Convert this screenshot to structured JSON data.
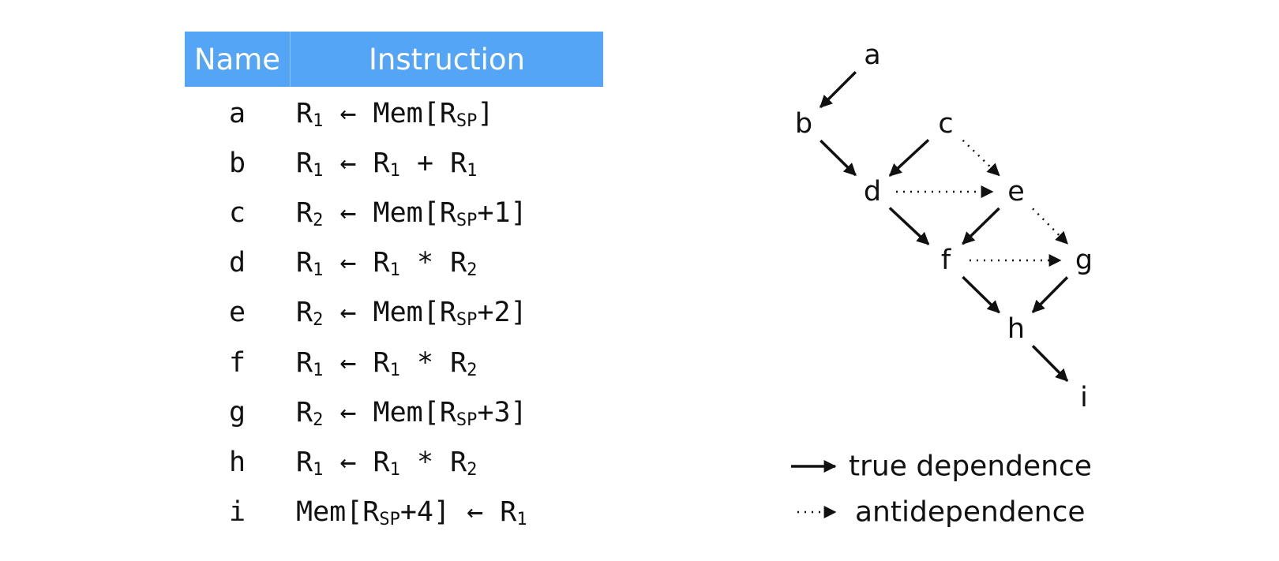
{
  "table": {
    "headers": {
      "name": "Name",
      "instruction": "Instruction"
    },
    "rows": [
      {
        "name": "a",
        "instr": [
          [
            "R",
            ""
          ],
          [
            "1",
            "sub"
          ],
          [
            " ← Mem[R",
            ""
          ],
          [
            "SP",
            "sub"
          ],
          [
            "]",
            ""
          ]
        ]
      },
      {
        "name": "b",
        "instr": [
          [
            "R",
            ""
          ],
          [
            "1",
            "sub"
          ],
          [
            " ← R",
            ""
          ],
          [
            "1",
            "sub"
          ],
          [
            " + R",
            ""
          ],
          [
            "1",
            "sub"
          ]
        ]
      },
      {
        "name": "c",
        "instr": [
          [
            "R",
            ""
          ],
          [
            "2",
            "sub"
          ],
          [
            " ← Mem[R",
            ""
          ],
          [
            "SP",
            "sub"
          ],
          [
            "+1]",
            ""
          ]
        ]
      },
      {
        "name": "d",
        "instr": [
          [
            "R",
            ""
          ],
          [
            "1",
            "sub"
          ],
          [
            " ← R",
            ""
          ],
          [
            "1",
            "sub"
          ],
          [
            " * R",
            ""
          ],
          [
            "2",
            "sub"
          ]
        ]
      },
      {
        "name": "e",
        "instr": [
          [
            "R",
            ""
          ],
          [
            "2",
            "sub"
          ],
          [
            " ← Mem[R",
            ""
          ],
          [
            "SP",
            "sub"
          ],
          [
            "+2]",
            ""
          ]
        ]
      },
      {
        "name": "f",
        "instr": [
          [
            "R",
            ""
          ],
          [
            "1",
            "sub"
          ],
          [
            " ← R",
            ""
          ],
          [
            "1",
            "sub"
          ],
          [
            " * R",
            ""
          ],
          [
            "2",
            "sub"
          ]
        ]
      },
      {
        "name": "g",
        "instr": [
          [
            "R",
            ""
          ],
          [
            "2",
            "sub"
          ],
          [
            " ← Mem[R",
            ""
          ],
          [
            "SP",
            "sub"
          ],
          [
            "+3]",
            ""
          ]
        ]
      },
      {
        "name": "h",
        "instr": [
          [
            "R",
            ""
          ],
          [
            "1",
            "sub"
          ],
          [
            " ← R",
            ""
          ],
          [
            "1",
            "sub"
          ],
          [
            " * R",
            ""
          ],
          [
            "2",
            "sub"
          ]
        ]
      },
      {
        "name": "i",
        "instr": [
          [
            "Mem[R",
            ""
          ],
          [
            "SP",
            "sub"
          ],
          [
            "+4] ← R",
            ""
          ],
          [
            "1",
            "sub"
          ]
        ]
      }
    ]
  },
  "graph": {
    "nodes": [
      "a",
      "b",
      "c",
      "d",
      "e",
      "f",
      "g",
      "h",
      "i"
    ],
    "edges": [
      {
        "from": "a",
        "to": "b",
        "kind": "true"
      },
      {
        "from": "b",
        "to": "d",
        "kind": "true"
      },
      {
        "from": "c",
        "to": "d",
        "kind": "true"
      },
      {
        "from": "c",
        "to": "e",
        "kind": "anti"
      },
      {
        "from": "d",
        "to": "e",
        "kind": "anti"
      },
      {
        "from": "d",
        "to": "f",
        "kind": "true"
      },
      {
        "from": "e",
        "to": "f",
        "kind": "true"
      },
      {
        "from": "e",
        "to": "g",
        "kind": "anti"
      },
      {
        "from": "f",
        "to": "g",
        "kind": "anti"
      },
      {
        "from": "f",
        "to": "h",
        "kind": "true"
      },
      {
        "from": "g",
        "to": "h",
        "kind": "true"
      },
      {
        "from": "h",
        "to": "i",
        "kind": "true"
      }
    ]
  },
  "legend": {
    "true_label": "true dependence",
    "anti_label": "antidependence"
  },
  "colors": {
    "header_bg": "#55a5f7",
    "header_text": "#ffffff",
    "ink": "#111111"
  }
}
